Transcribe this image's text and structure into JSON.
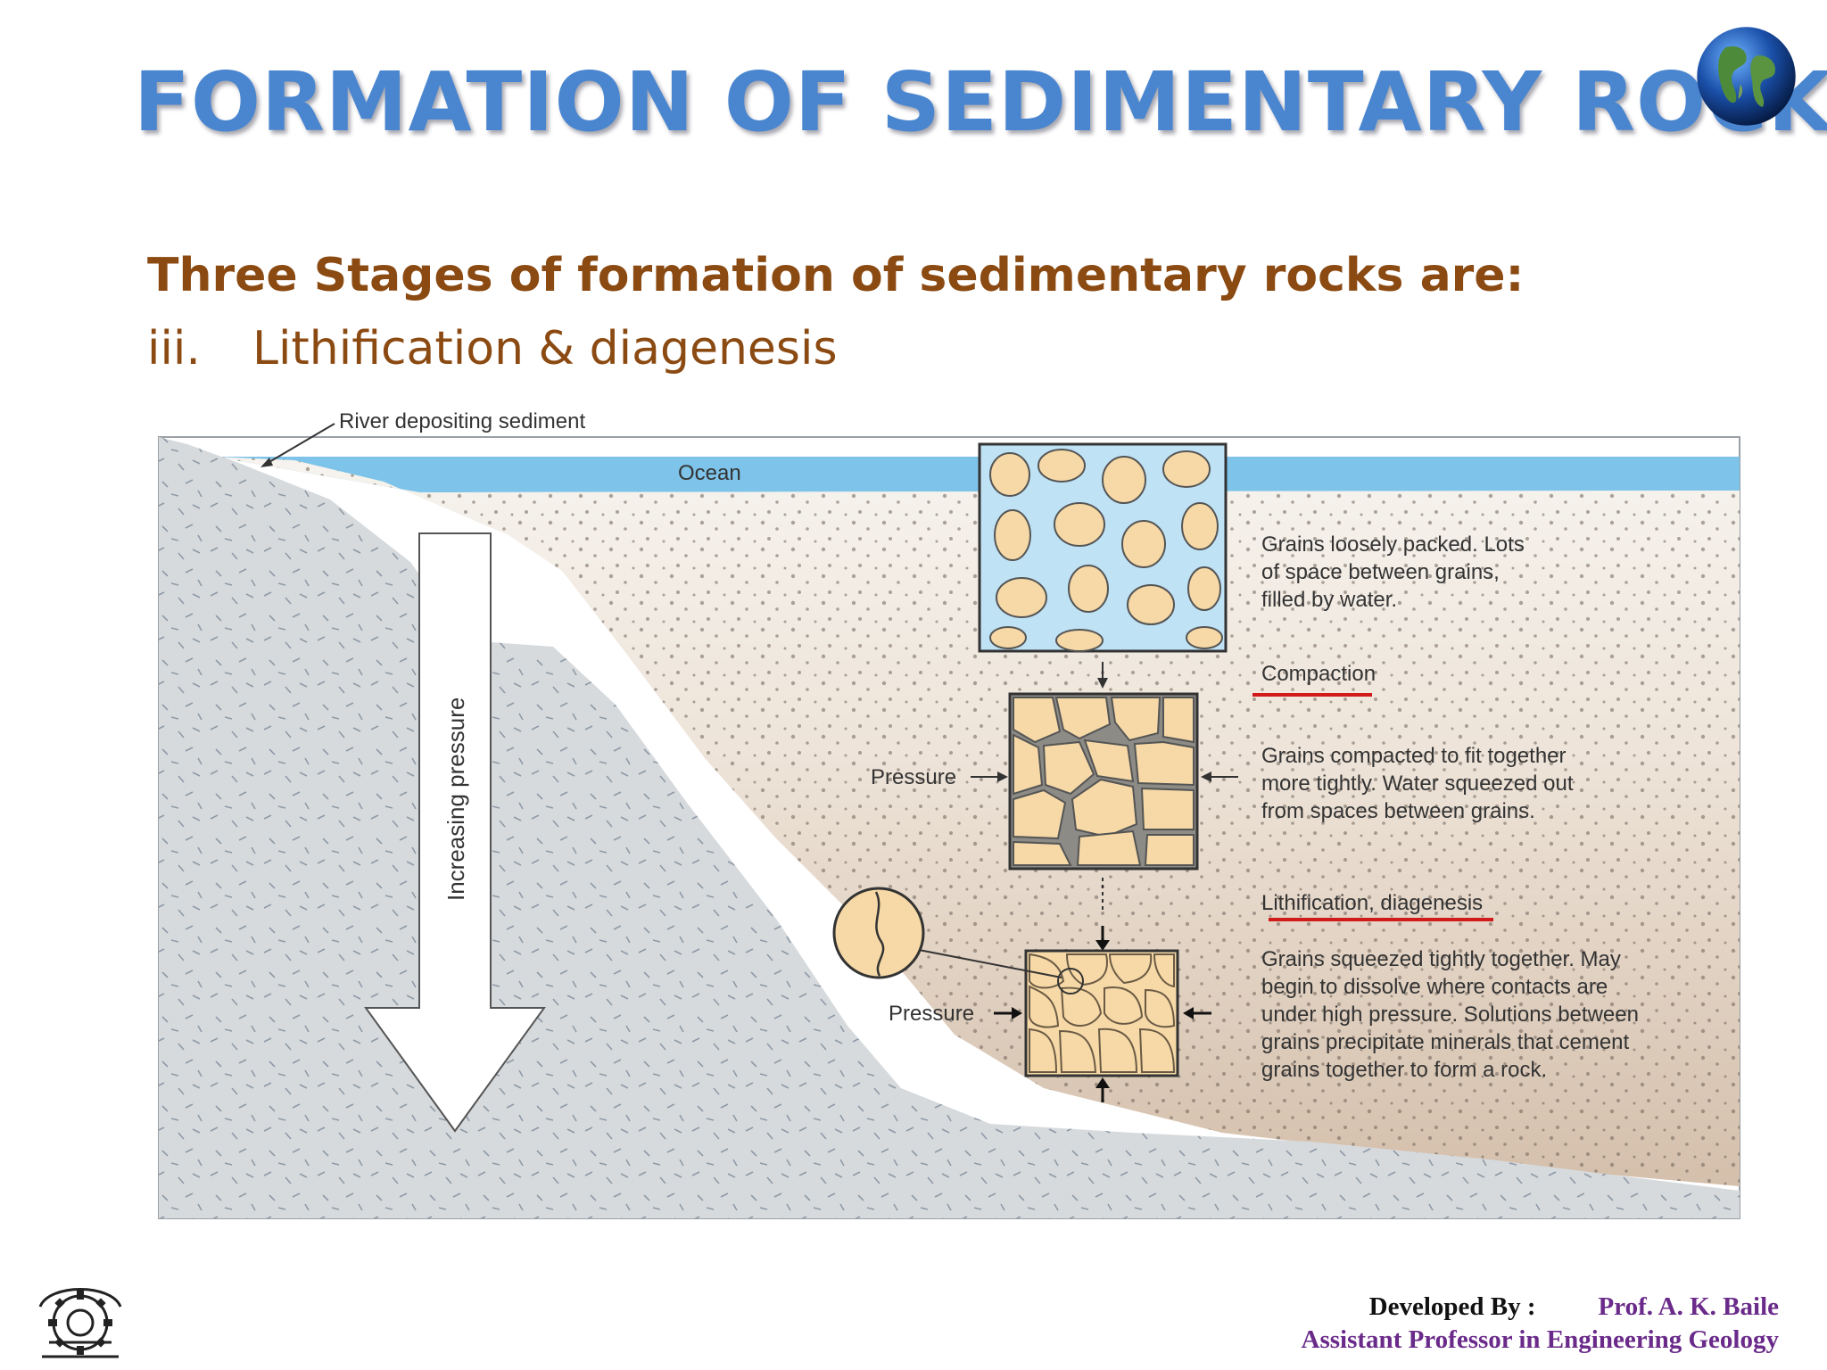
{
  "slide": {
    "title": "FORMATION OF SEDIMENTARY ROCK",
    "subtitle": "Three Stages of formation of sedimentary rocks are:",
    "stage_number": "iii.",
    "stage_text": "Lithification & diagenesis"
  },
  "diagram": {
    "river_label": "River depositing sediment",
    "ocean_label": "Ocean",
    "pressure_arrow_label": "Increasing pressure",
    "stage1_desc": [
      "Grains loosely packed. Lots",
      "of space between grains,",
      "filled by water."
    ],
    "compaction_label": "Compaction",
    "stage2_desc": [
      "Grains compacted to fit together",
      "more tightly. Water squeezed out",
      "from spaces between grains."
    ],
    "lithification_label": "Lithification, diagenesis",
    "stage3_desc": [
      "Grains squeezed tightly together. May",
      "begin to dissolve where contacts are",
      "under high pressure. Solutions between",
      "grains precipitate minerals that cement",
      "grains together to form a rock."
    ],
    "pressure_label_1": "Pressure",
    "pressure_label_2": "Pressure",
    "colors": {
      "ocean": "#7ec3e9",
      "sediment_top": "#f4f0ea",
      "sediment_bottom": "#d6c2ae",
      "bedrock": "#d7dadd",
      "grain": "#f6d9a6",
      "underline": "#d11a1a"
    }
  },
  "footer": {
    "developed_by": "Developed By :",
    "author": "Prof. A. K. Baile",
    "role": "Assistant Professor in Engineering Geology"
  }
}
